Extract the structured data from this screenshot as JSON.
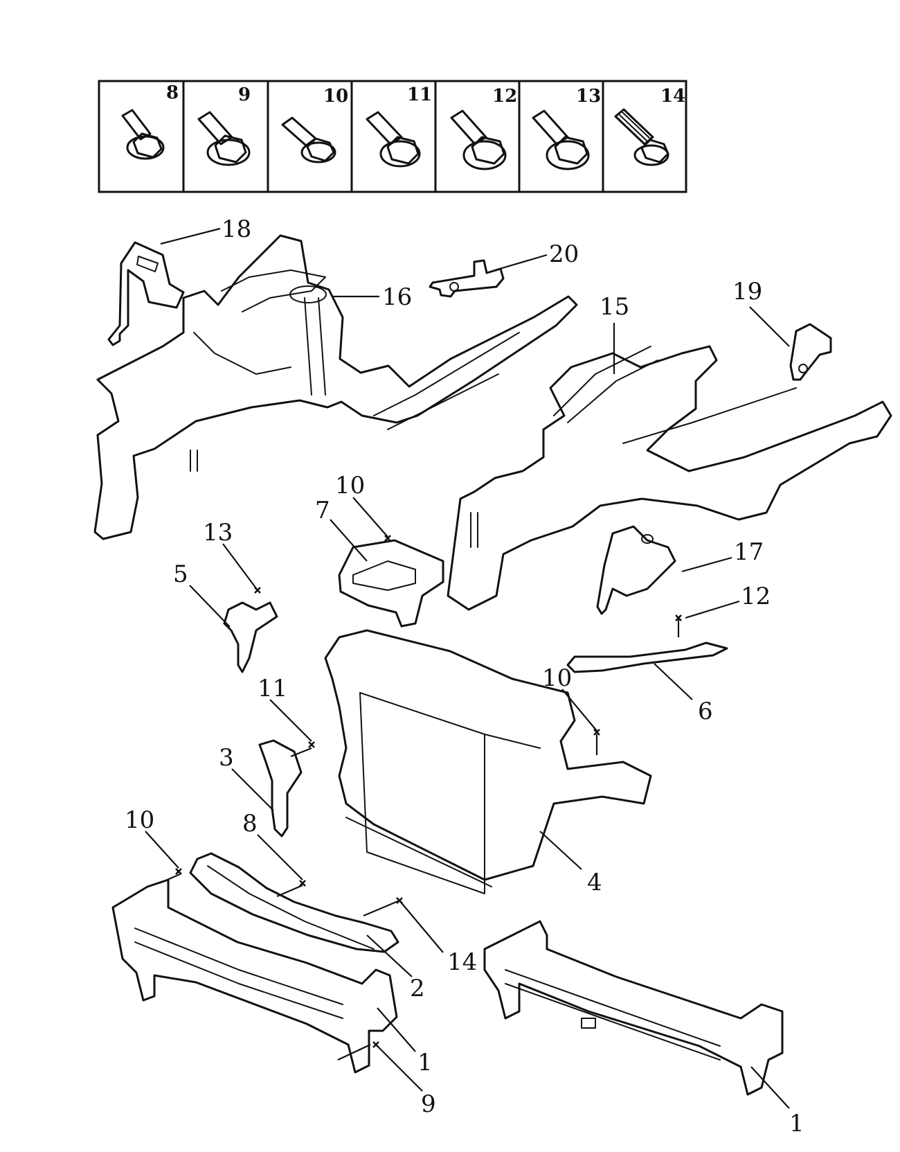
{
  "fastener_box": {
    "labels": [
      "8",
      "9",
      "10",
      "11",
      "12",
      "13",
      "14"
    ]
  },
  "callouts": [
    {
      "id": "c18",
      "label": "18",
      "part": "radiator-support-bracket"
    },
    {
      "id": "c20",
      "label": "20",
      "part": "small-bracket"
    },
    {
      "id": "c16",
      "label": "16",
      "part": "left-front-side-member"
    },
    {
      "id": "c15",
      "label": "15",
      "part": "right-front-side-member"
    },
    {
      "id": "c19",
      "label": "19",
      "part": "mount-bracket"
    },
    {
      "id": "c10a",
      "label": "10",
      "part": "bolt"
    },
    {
      "id": "c7",
      "label": "7",
      "part": "battery-tray"
    },
    {
      "id": "c13",
      "label": "13",
      "part": "bolt"
    },
    {
      "id": "c5",
      "label": "5",
      "part": "brace-bracket"
    },
    {
      "id": "c17",
      "label": "17",
      "part": "bracket"
    },
    {
      "id": "c12",
      "label": "12",
      "part": "bolt"
    },
    {
      "id": "c6",
      "label": "6",
      "part": "upper-brace"
    },
    {
      "id": "c10b",
      "label": "10",
      "part": "bolt"
    },
    {
      "id": "c11",
      "label": "11",
      "part": "bolt"
    },
    {
      "id": "c3",
      "label": "3",
      "part": "side-brace"
    },
    {
      "id": "c4",
      "label": "4",
      "part": "radiator-support"
    },
    {
      "id": "c10c",
      "label": "10",
      "part": "bolt"
    },
    {
      "id": "c8",
      "label": "8",
      "part": "bolt"
    },
    {
      "id": "c2",
      "label": "2",
      "part": "lower-crossmember"
    },
    {
      "id": "c14",
      "label": "14",
      "part": "bolt"
    },
    {
      "id": "c1a",
      "label": "1",
      "part": "bumper-reinforcement"
    },
    {
      "id": "c9",
      "label": "9",
      "part": "bolt"
    },
    {
      "id": "c1b",
      "label": "1",
      "part": "bumper-reinforcement"
    }
  ]
}
